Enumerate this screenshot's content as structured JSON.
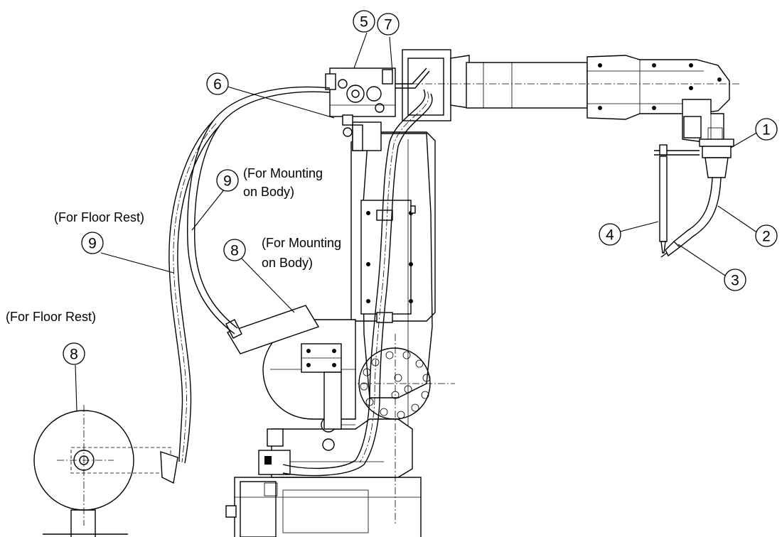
{
  "callouts": [
    {
      "id": "c1",
      "number": "1"
    },
    {
      "id": "c2",
      "number": "2"
    },
    {
      "id": "c3",
      "number": "3"
    },
    {
      "id": "c4",
      "number": "4"
    },
    {
      "id": "c5",
      "number": "5"
    },
    {
      "id": "c6",
      "number": "6"
    },
    {
      "id": "c7",
      "number": "7"
    },
    {
      "id": "c8a",
      "number": "8"
    },
    {
      "id": "c8b",
      "number": "8"
    },
    {
      "id": "c9a",
      "number": "9"
    },
    {
      "id": "c9b",
      "number": "9"
    }
  ],
  "notes": {
    "body_mount_9_line1": "(For Mounting",
    "body_mount_9_line2": "on Body)",
    "body_mount_8_line1": "(For Mounting",
    "body_mount_8_line2": "on Body)",
    "floor_rest_9": "(For Floor Rest)",
    "floor_rest_8": "(For Floor Rest)"
  }
}
